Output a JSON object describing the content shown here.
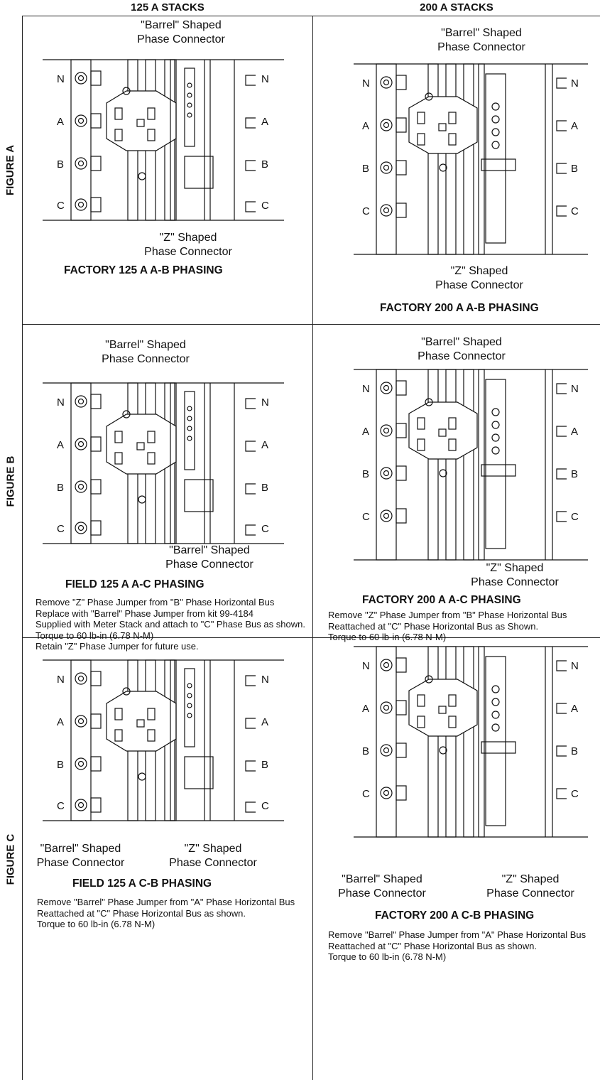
{
  "columns": {
    "left": "125 A STACKS",
    "right": "200 A STACKS"
  },
  "rows": {
    "a": "FIGURE A",
    "b": "FIGURE B",
    "c": "FIGURE C"
  },
  "phases": [
    "N",
    "A",
    "B",
    "C"
  ],
  "cells": {
    "a1": {
      "callout_top": [
        "\"Barrel\" Shaped",
        "Phase Connector"
      ],
      "callout_bottom": [
        "\"Z\" Shaped",
        "Phase Connector"
      ],
      "marks": [
        "A",
        "B"
      ],
      "title": "FACTORY 125 A A-B PHASING"
    },
    "a2": {
      "callout_top": [
        "\"Barrel\" Shaped",
        "Phase Connector"
      ],
      "callout_bottom": [
        "\"Z\" Shaped",
        "Phase Connector"
      ],
      "marks": [
        "A",
        "B"
      ],
      "title": "FACTORY 200 A A-B PHASING"
    },
    "b1": {
      "callout_top": [
        "\"Barrel\" Shaped",
        "Phase Connector"
      ],
      "callout_bottom": [
        "\"Barrel\" Shaped",
        "Phase Connector"
      ],
      "marks": [
        "A",
        "C"
      ],
      "title": "FIELD 125 A A-C PHASING",
      "notes": [
        "Remove \"Z\" Phase Jumper from \"B\" Phase Horizontal Bus",
        "Replace with \"Barrel\" Phase Jumper from kit 99-4184",
        "Supplied with Meter Stack and attach to \"C\" Phase Bus as shown.",
        "Torque to 60 lb-in (6.78 N-M)",
        "Retain \"Z\" Phase Jumper for future use."
      ]
    },
    "b2": {
      "callout_top": [
        "\"Barrel\" Shaped",
        "Phase Connector"
      ],
      "callout_bottom": [
        "\"Z\" Shaped",
        "Phase Connector"
      ],
      "marks": [
        "A",
        "C"
      ],
      "title": "FACTORY 200 A A-C PHASING",
      "notes": [
        "Remove \"Z\" Phase Jumper from \"B\" Phase Horizontal Bus",
        "Reattached at \"C\" Phase Horizontal Bus as Shown.",
        "Torque to 60 lb-in (6.78 N-M)"
      ]
    },
    "c1": {
      "callout_left": [
        "\"Barrel\" Shaped",
        "Phase Connector"
      ],
      "callout_right": [
        "\"Z\" Shaped",
        "Phase Connector"
      ],
      "marks": [
        "C",
        "B"
      ],
      "title": "FIELD 125 A C-B PHASING",
      "notes": [
        "Remove \"Barrel\" Phase Jumper from \"A\" Phase Horizontal Bus",
        "Reattached at \"C\" Phase Horizontal Bus as shown.",
        "Torque to 60 lb-in (6.78 N-M)"
      ]
    },
    "c2": {
      "callout_left": [
        "\"Barrel\" Shaped",
        "Phase Connector"
      ],
      "callout_right": [
        "\"Z\" Shaped",
        "Phase Connector"
      ],
      "marks": [
        "C",
        "B"
      ],
      "title": "FACTORY 200 A C-B PHASING",
      "notes": [
        "Remove \"Barrel\" Phase Jumper from \"A\" Phase Horizontal Bus",
        "Reattached at \"C\" Phase Horizontal Bus as shown.",
        "Torque to 60 lb-in (6.78 N-M)"
      ]
    }
  }
}
